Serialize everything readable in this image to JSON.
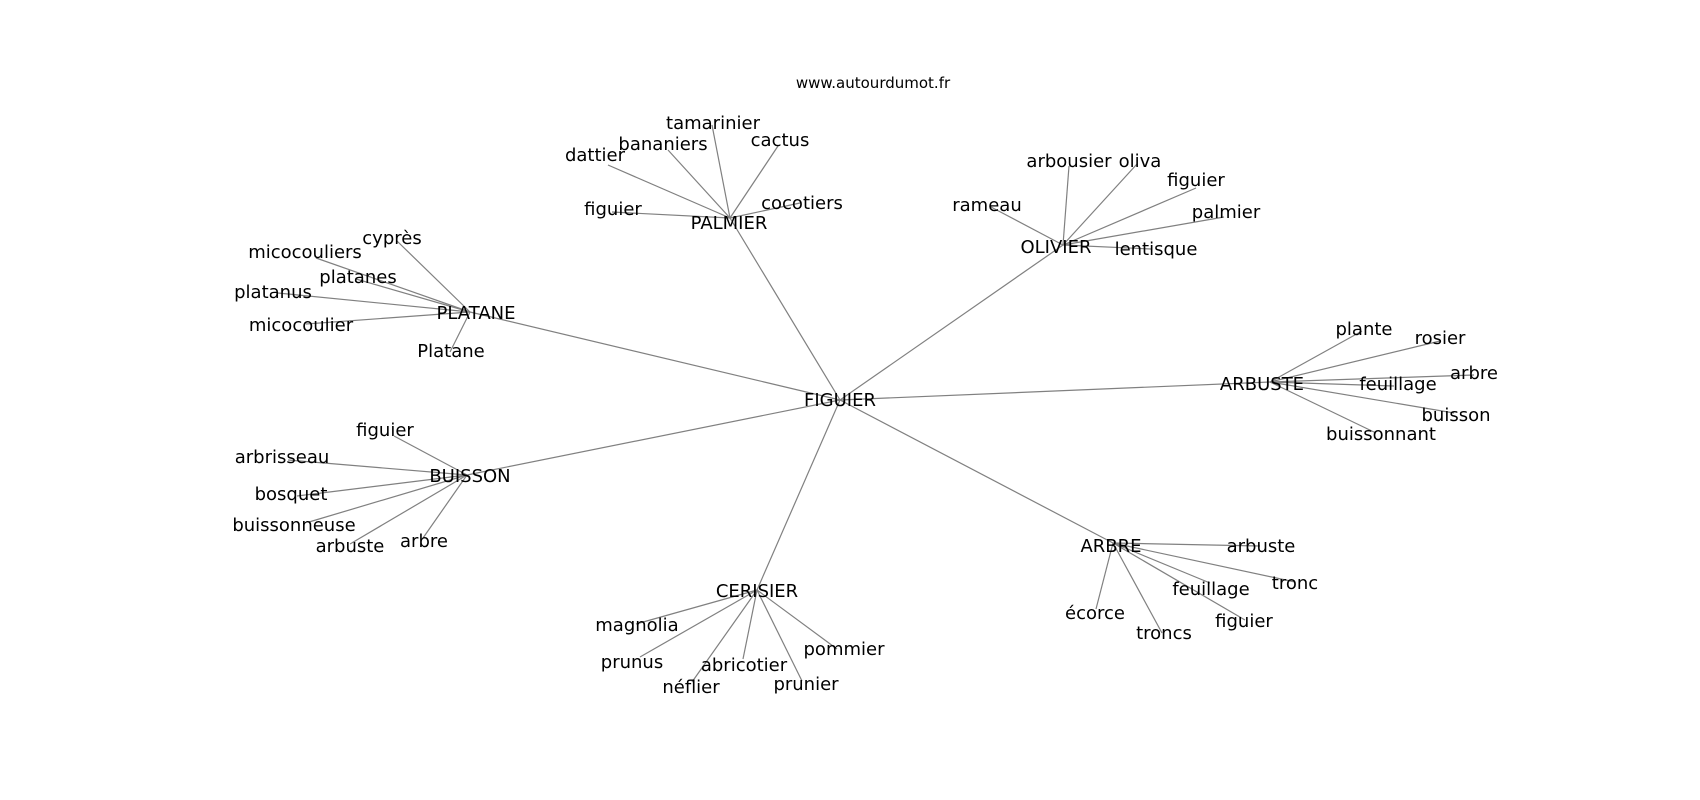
{
  "site": "www.autourdumot.fr",
  "center": "FIGUIER",
  "clusters": [
    {
      "word": "PALMIER",
      "leaves": [
        "dattier",
        "bananiers",
        "tamarinier",
        "cactus",
        "figuier",
        "cocotiers"
      ]
    },
    {
      "word": "OLIVIER",
      "leaves": [
        "arbousier",
        "oliva",
        "figuier",
        "rameau",
        "palmier",
        "lentisque"
      ]
    },
    {
      "word": "PLATANE",
      "leaves": [
        "cyprès",
        "micocouliers",
        "platanes",
        "platanus",
        "micocoulier",
        "Platane"
      ]
    },
    {
      "word": "ARBUSTE",
      "leaves": [
        "plante",
        "rosier",
        "arbre",
        "feuillage",
        "buisson",
        "buissonnant"
      ]
    },
    {
      "word": "BUISSON",
      "leaves": [
        "figuier",
        "arbrisseau",
        "bosquet",
        "buissonneuse",
        "arbuste",
        "arbre"
      ]
    },
    {
      "word": "ARBRE",
      "leaves": [
        "arbuste",
        "tronc",
        "feuillage",
        "écorce",
        "figuier",
        "troncs"
      ]
    },
    {
      "word": "CERISIER",
      "leaves": [
        "magnolia",
        "prunus",
        "pommier",
        "abricotier",
        "néflier",
        "prunier"
      ]
    }
  ]
}
